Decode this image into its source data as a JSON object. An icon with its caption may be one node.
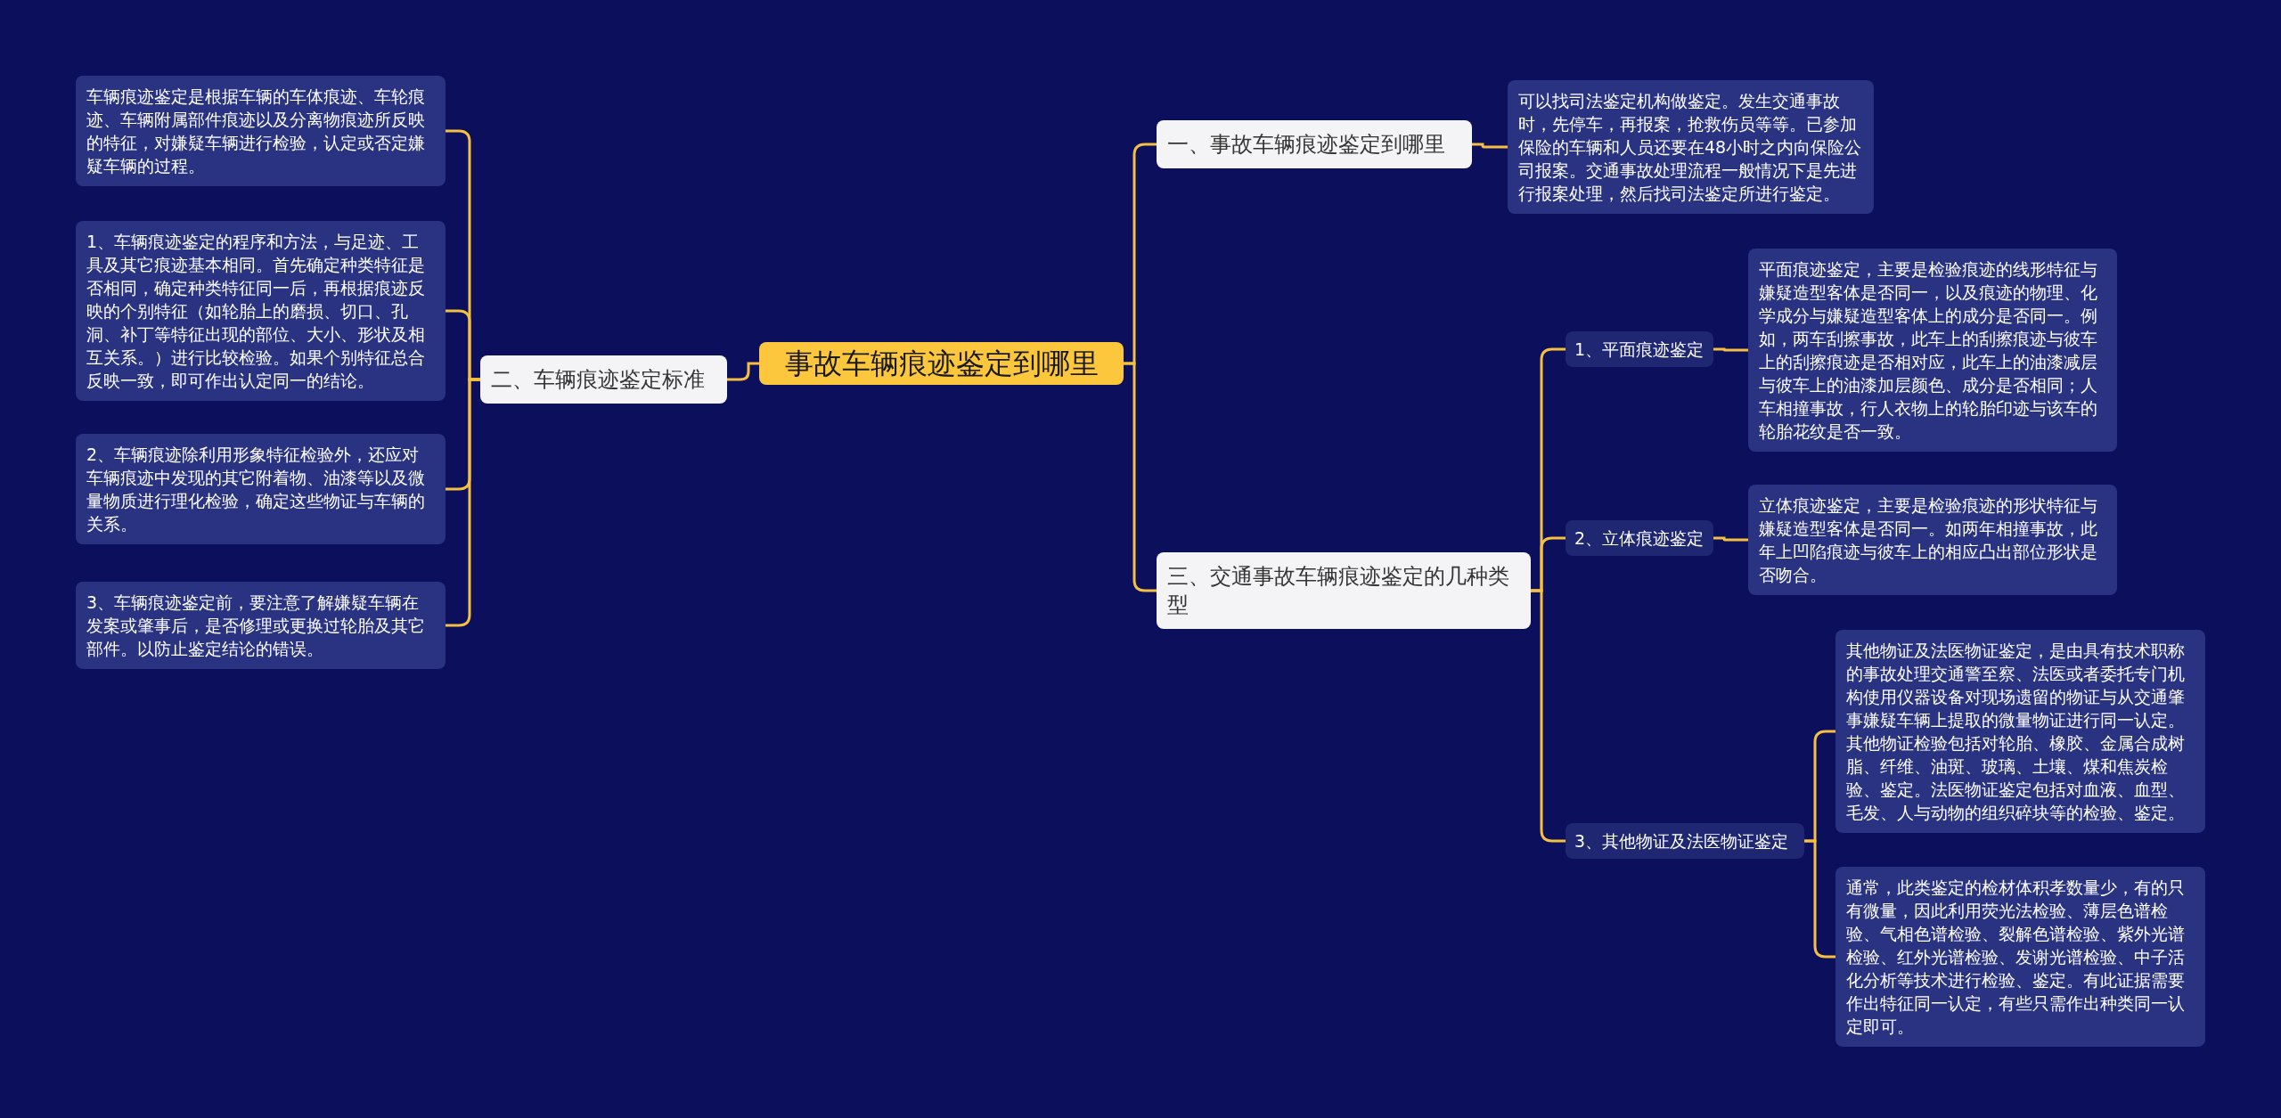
{
  "diagram": {
    "nodes": [
      {
        "text": [
          "事故车辆痕迹鉴定到哪里"
        ]
      },
      {
        "text": [
          "一、事故车辆痕迹鉴定到哪里"
        ]
      },
      {
        "text": [
          "可以找司法鉴定机构做鉴定。发生交通事故时，先停车，再报案，抢救伤员等等。已参加保险的车辆和人员还要在48小时之内向保险公司报案。交通事故处理流程一般情况下是先进行报案处理，然后找司法鉴定所进行鉴定。"
        ]
      },
      {
        "text": [
          "二、车辆痕迹鉴定标准"
        ]
      },
      {
        "text": [
          "车辆痕迹鉴定是根据车辆的车体痕迹、车轮痕迹、车辆附属部件痕迹以及分离物痕迹所反映的特征，对嫌疑车辆进行检验，认定或否定嫌疑车辆的过程。"
        ]
      },
      {
        "text": [
          "1、车辆痕迹鉴定的程序和方法，与足迹、工具及其它痕迹基本相同。首先确定种类特征是否相同，确定种类特征同一后，再根据痕迹反映的个别特征（如轮胎上的磨损、切口、孔洞、补丁等特征出现的部位、大小、形状及相互关系。）进行比较检验。如果个别特征总合反映一致，即可作出认定同一的结论。"
        ]
      },
      {
        "text": [
          "2、车辆痕迹除利用形象特征检验外，还应对车辆痕迹中发现的其它附着物、油漆等以及微量物质进行理化检验，确定这些物证与车辆的关系。"
        ]
      },
      {
        "text": [
          "3、车辆痕迹鉴定前，要注意了解嫌疑车辆在发案或肇事后，是否修理或更换过轮胎及其它部件。以防止鉴定结论的错误。"
        ]
      },
      {
        "text": [
          "三、交通事故车辆痕迹鉴定的几种类型"
        ]
      },
      {
        "text": [
          "1、平面痕迹鉴定"
        ]
      },
      {
        "text": [
          "平面痕迹鉴定，主要是检验痕迹的线形特征与嫌疑造型客体是否同一，以及痕迹的物理、化学成分与嫌疑造型客体上的成分是否同一。例如，两车刮擦事故，此车上的刮擦痕迹与彼车上的刮擦痕迹是否相对应，此车上的油漆减层与彼车上的油漆加层颜色、成分是否相同；人车相撞事故，行人衣物上的轮胎印迹与该车的轮胎花纹是否一致。"
        ]
      },
      {
        "text": [
          "2、立体痕迹鉴定"
        ]
      },
      {
        "text": [
          "立体痕迹鉴定，主要是检验痕迹的形状特征与嫌疑造型客体是否同一。如两年相撞事故，此年上凹陷痕迹与彼车上的相应凸出部位形状是否吻合。"
        ]
      },
      {
        "text": [
          "3、其他物证及法医物证鉴定"
        ]
      },
      {
        "text": [
          "其他物证及法医物证鉴定，是由具有技术职称的事故处理交通警至察、法医或者委托专门机构使用仪器设备对现场遗留的物证与从交通肇事嫌疑车辆上提取的微量物证进行同一认定。其他物证检验包括对轮胎、橡胶、金属合成树脂、纤维、油斑、玻璃、土壤、煤和焦炭检验、鉴定。法医物证鉴定包括对血液、血型、毛发、人与动物的组织碎块等的检验、鉴定。"
        ]
      },
      {
        "text": [
          "通常，此类鉴定的检材体积孝数量少，有的只有微量，因此利用荧光法检验、薄层色谱检验、气相色谱检验、裂解色谱检验、紫外光谱检验、红外光谱检验、发谢光谱检验、中子活化分析等技术进行检验、鉴定。有此证据需要作出特征同一认定，有些只需作出种类同一认定即可。"
        ]
      }
    ],
    "edges": [
      {
        "from": 0,
        "to": 1,
        "arrow": "none"
      },
      {
        "from": 0,
        "to": 3,
        "arrow": "none"
      },
      {
        "from": 0,
        "to": 8,
        "arrow": "none"
      },
      {
        "from": 1,
        "to": 2,
        "arrow": "none"
      },
      {
        "from": 3,
        "to": 4,
        "arrow": "none"
      },
      {
        "from": 3,
        "to": 5,
        "arrow": "none"
      },
      {
        "from": 3,
        "to": 6,
        "arrow": "none"
      },
      {
        "from": 3,
        "to": 7,
        "arrow": "none"
      },
      {
        "from": 8,
        "to": 9,
        "arrow": "none"
      },
      {
        "from": 8,
        "to": 11,
        "arrow": "none"
      },
      {
        "from": 8,
        "to": 13,
        "arrow": "none"
      },
      {
        "from": 9,
        "to": 10,
        "arrow": "none"
      },
      {
        "from": 11,
        "to": 12,
        "arrow": "none"
      },
      {
        "from": 13,
        "to": 14,
        "arrow": "none"
      },
      {
        "from": 13,
        "to": 15,
        "arrow": "none"
      }
    ]
  }
}
